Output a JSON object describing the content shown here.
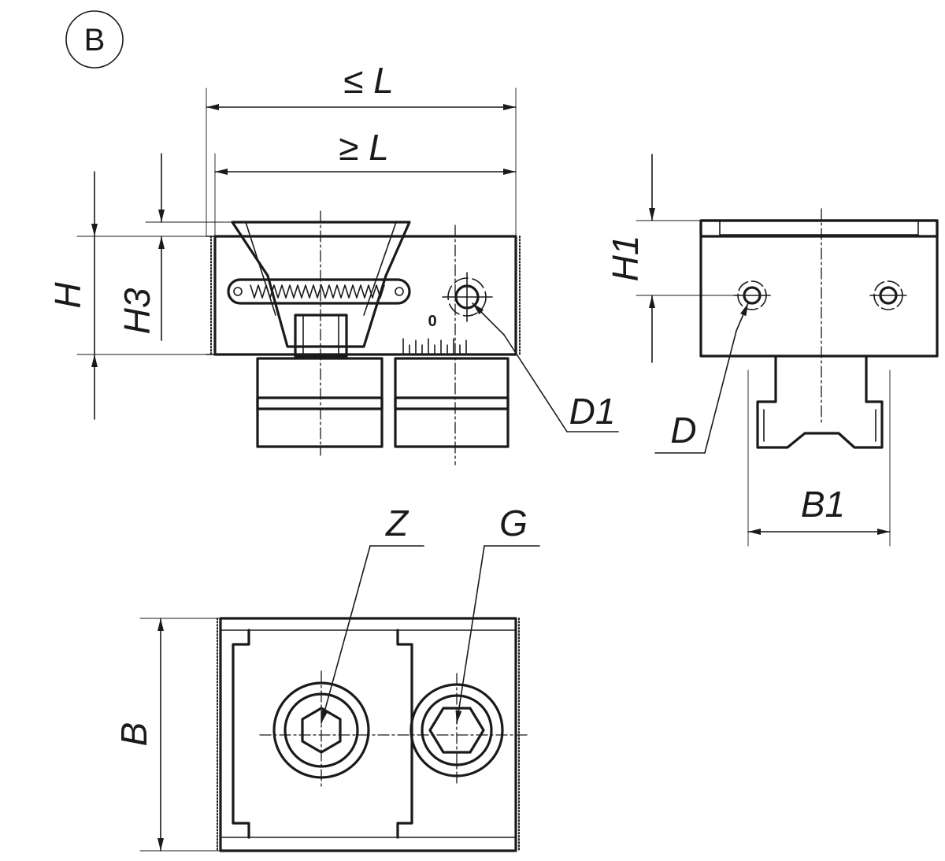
{
  "view_badge": "B",
  "labels": {
    "L_max": "≤ L",
    "L_min": "≥ L",
    "H": "H",
    "H3": "H3",
    "H1": "H1",
    "D1": "D1",
    "D": "D",
    "B1": "B1",
    "B": "B",
    "Z": "Z",
    "G": "G",
    "scale_zero": "0"
  }
}
